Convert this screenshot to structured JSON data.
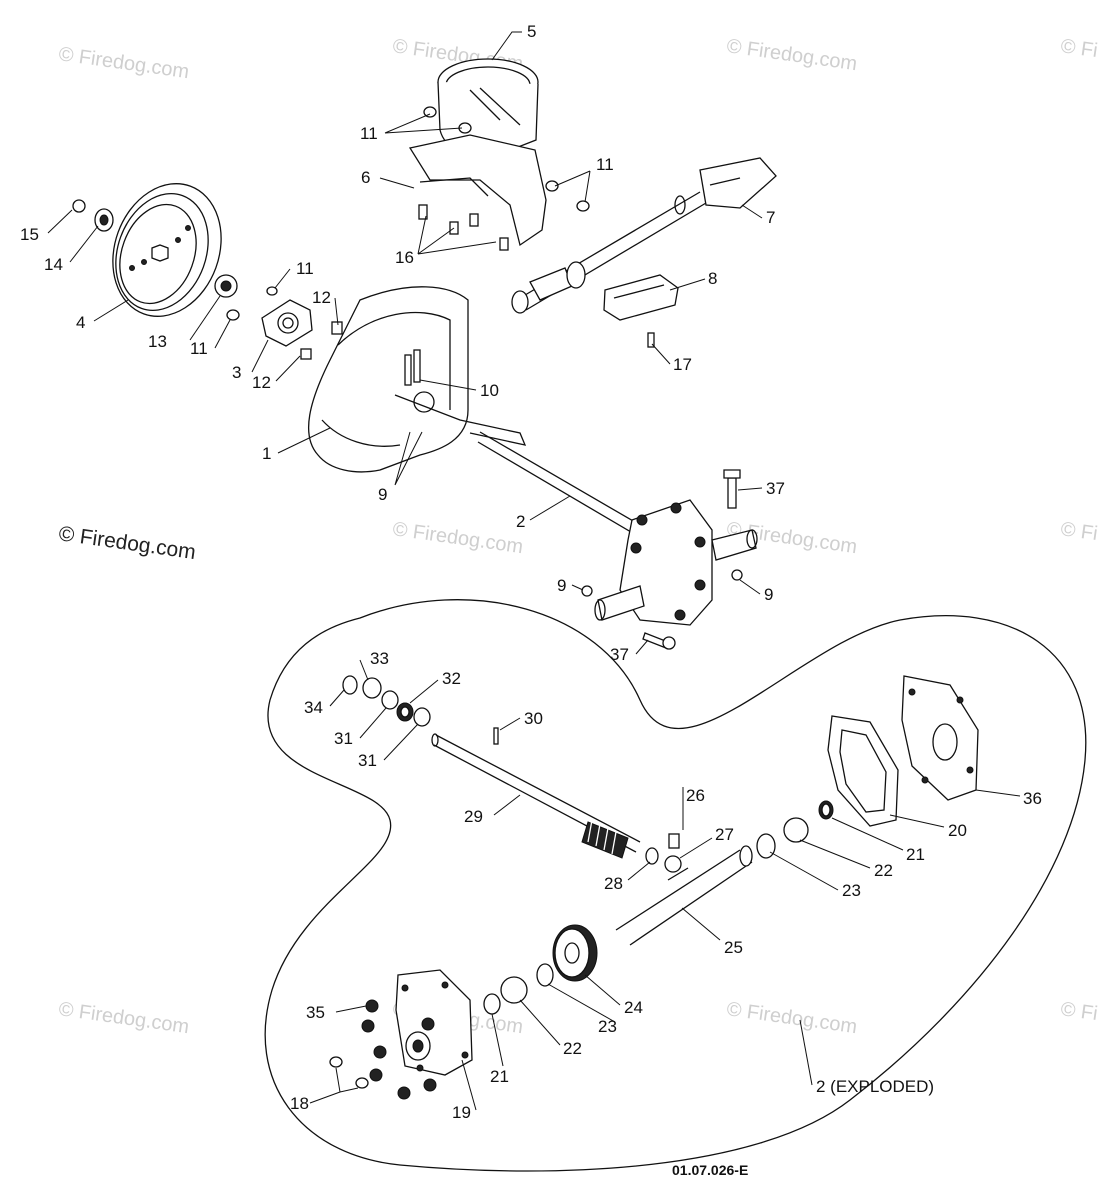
{
  "diagram": {
    "drawing_code": "01.07.026-E",
    "exploded_label": "2 (EXPLODED)",
    "watermark": "© Firedog.com",
    "watermark_partial": "© Fi",
    "callouts": {
      "c1": "1",
      "c2": "2",
      "c3": "3",
      "c4": "4",
      "c5": "5",
      "c6": "6",
      "c7": "7",
      "c8": "8",
      "c9a": "9",
      "c9b": "9",
      "c9c": "9",
      "c10": "10",
      "c11a": "11",
      "c11b": "11",
      "c11c": "11",
      "c11d": "11",
      "c12a": "12",
      "c12b": "12",
      "c13": "13",
      "c14": "14",
      "c15": "15",
      "c16": "16",
      "c17": "17",
      "c18": "18",
      "c19": "19",
      "c20": "20",
      "c21a": "21",
      "c21b": "21",
      "c22a": "22",
      "c22b": "22",
      "c23a": "23",
      "c23b": "23",
      "c24": "24",
      "c25": "25",
      "c26": "26",
      "c27": "27",
      "c28": "28",
      "c29": "29",
      "c30": "30",
      "c31a": "31",
      "c31b": "31",
      "c32": "32",
      "c33": "33",
      "c34": "34",
      "c35": "35",
      "c36": "36",
      "c37a": "37",
      "c37b": "37"
    }
  }
}
